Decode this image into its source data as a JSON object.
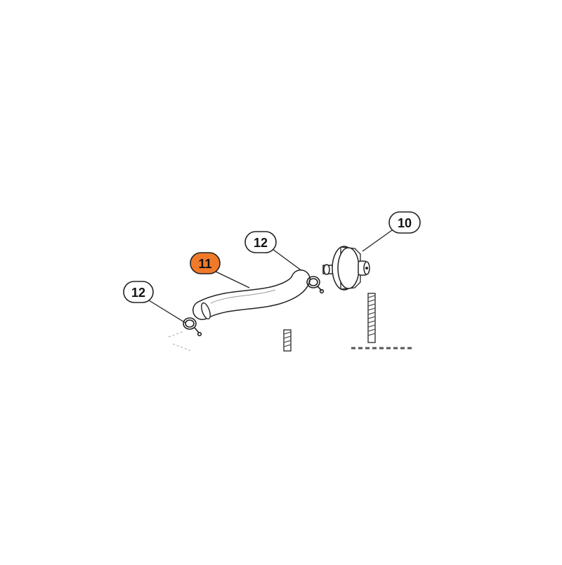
{
  "callouts": [
    {
      "id": "callout-10",
      "label": "10",
      "highlighted": false
    },
    {
      "id": "callout-11",
      "label": "11",
      "highlighted": true
    },
    {
      "id": "callout-12-right",
      "label": "12",
      "highlighted": false
    },
    {
      "id": "callout-12-left",
      "label": "12",
      "highlighted": false
    }
  ],
  "colors": {
    "highlight_fill": "#f07a2a",
    "normal_fill": "#ffffff",
    "stroke": "#222222",
    "background": "#ffffff"
  }
}
